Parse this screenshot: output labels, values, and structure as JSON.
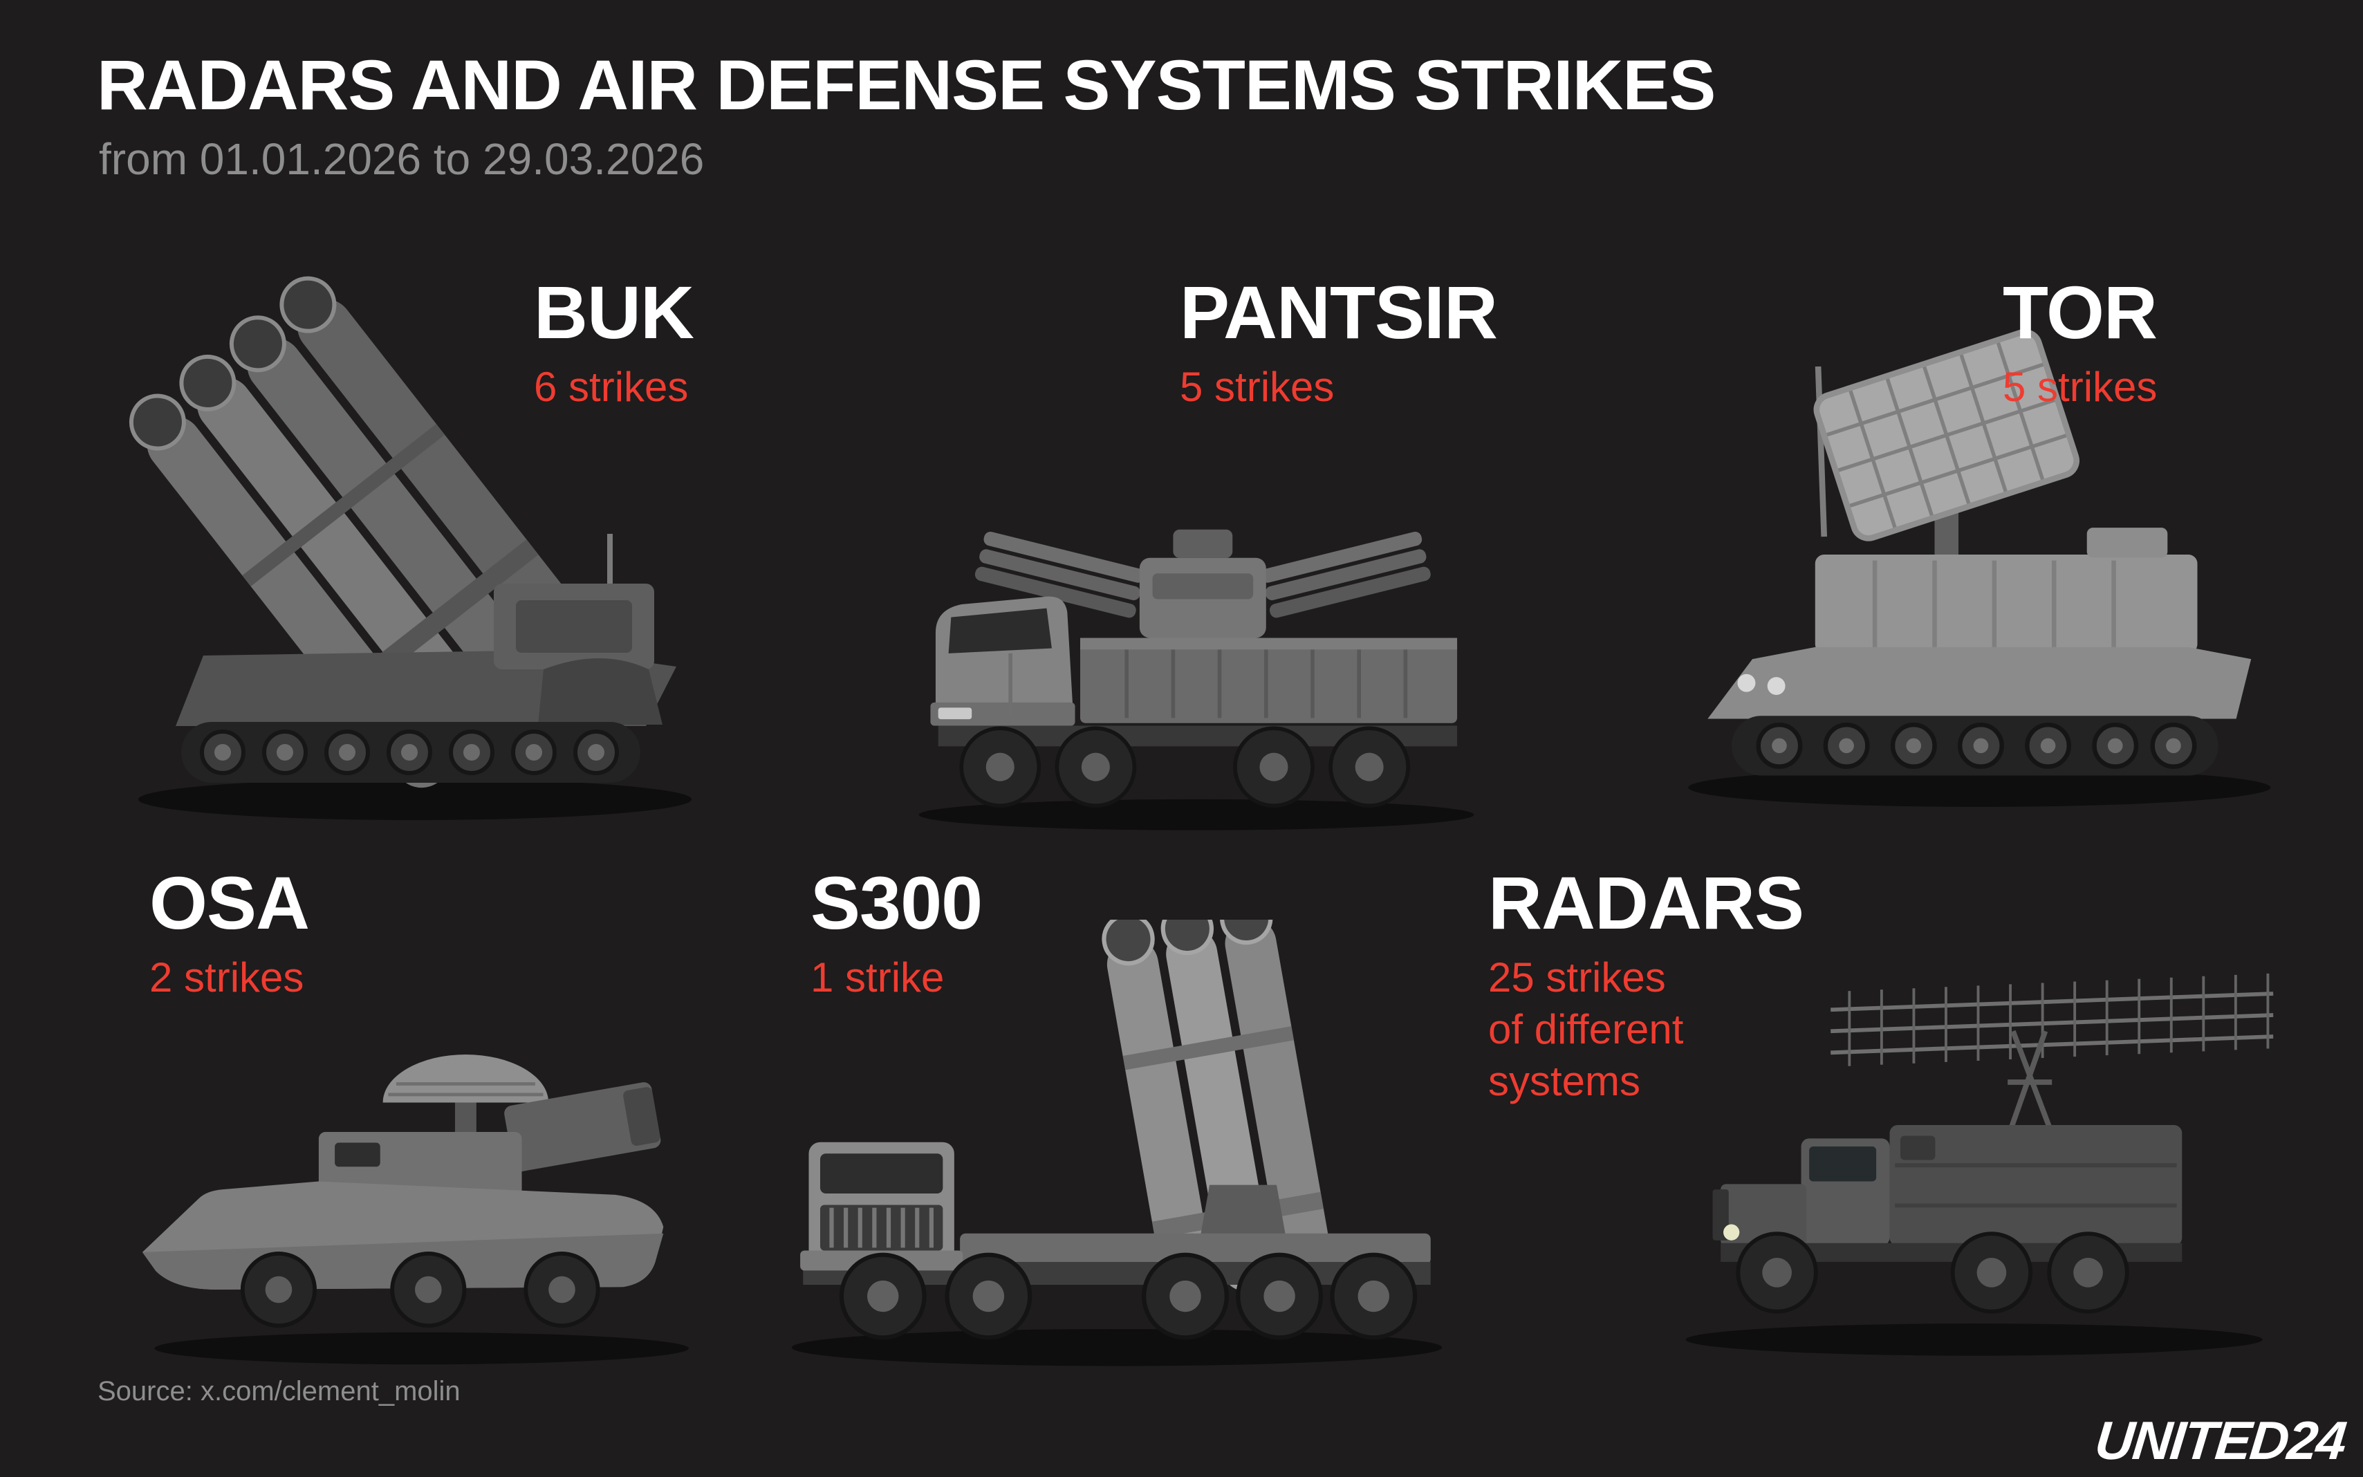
{
  "header": {
    "title": "RADARS AND AIR DEFENSE SYSTEMS STRIKES",
    "subtitle": "from 01.01.2026 to 29.03.2026"
  },
  "systems": [
    {
      "name": "BUK",
      "strikes": "6 strikes",
      "icon": "buk-missile-launcher"
    },
    {
      "name": "PANTSIR",
      "strikes": "5 strikes",
      "icon": "pantsir-truck-system"
    },
    {
      "name": "TOR",
      "strikes": "5 strikes",
      "icon": "tor-tracked-system"
    },
    {
      "name": "OSA",
      "strikes": "2 strikes",
      "icon": "osa-amphibious-system"
    },
    {
      "name": "S300",
      "strikes": "1 strike",
      "icon": "s300-launcher-truck"
    },
    {
      "name": "RADARS",
      "strikes": "25 strikes\nof different\nsystems",
      "icon": "radar-antenna-truck"
    }
  ],
  "footer": {
    "source": "Source: x.com/clement_molin",
    "logo": "UNITED24"
  },
  "colors": {
    "background": "#1e1c1c",
    "accent_red": "#ef3c31",
    "text_white": "#ffffff",
    "text_gray": "#8e8e8e"
  },
  "chart_data": {
    "type": "table",
    "title": "RADARS AND AIR DEFENSE SYSTEMS STRIKES",
    "subtitle": "from 01.01.2026 to 29.03.2026",
    "categories": [
      "BUK",
      "PANTSIR",
      "TOR",
      "OSA",
      "S300",
      "RADARS (different systems)"
    ],
    "values": [
      6,
      5,
      5,
      2,
      1,
      25
    ],
    "unit": "strikes",
    "date_range": {
      "from": "01.01.2026",
      "to": "29.03.2026"
    },
    "source": "x.com/clement_molin",
    "legend_position": "none",
    "grid": false
  }
}
